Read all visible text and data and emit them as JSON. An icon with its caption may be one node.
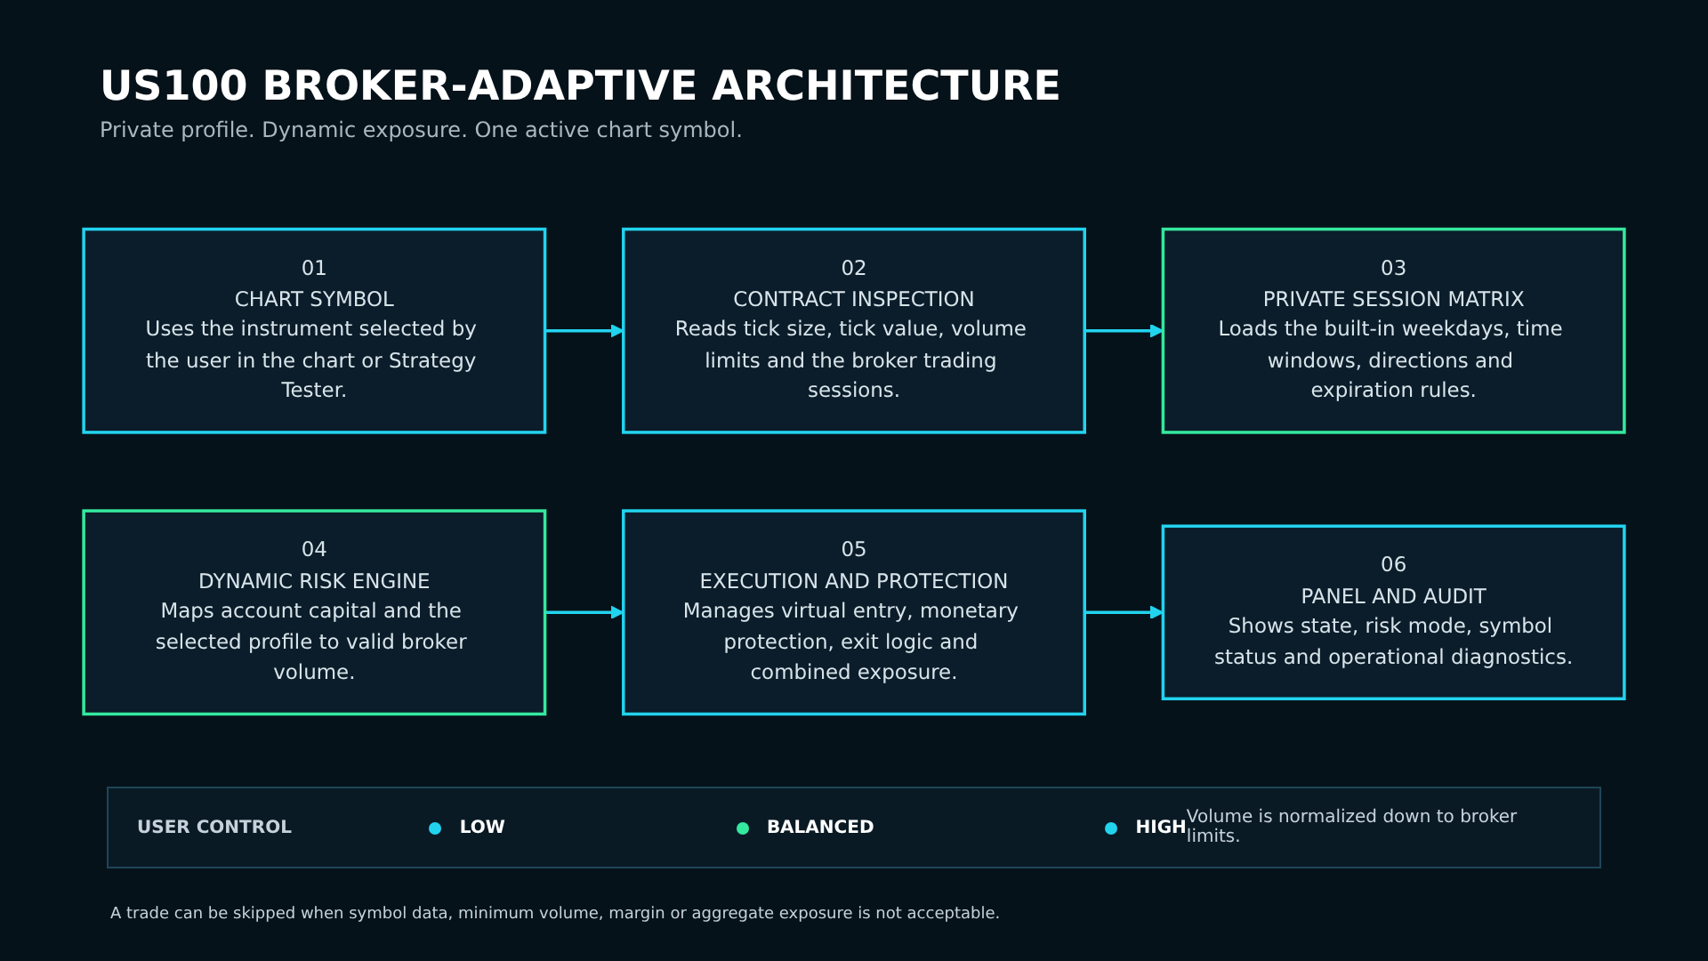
{
  "diagram": {
    "title": "US100 BROKER-ADAPTIVE ARCHITECTURE",
    "caption": "Private profile. Dynamic exposure. One active chart symbol.",
    "nodes": [
      {
        "text": [
          "01",
          "CHART SYMBOL",
          "Uses the instrument selected by the user in the chart or Strategy Tester."
        ]
      },
      {
        "text": [
          "02",
          "CONTRACT INSPECTION",
          "Reads tick size, tick value, volume limits and the broker trading sessions."
        ]
      },
      {
        "text": [
          "03",
          "PRIVATE SESSION MATRIX",
          "Loads the built-in weekdays, time windows, directions and expiration rules."
        ]
      },
      {
        "text": [
          "04",
          "DYNAMIC RISK ENGINE",
          "Maps account capital and the selected profile to valid broker volume."
        ]
      },
      {
        "text": [
          "05",
          "EXECUTION AND PROTECTION",
          "Manages virtual entry, monetary protection, exit logic and combined exposure."
        ]
      },
      {
        "text": [
          "06",
          "PANEL AND AUDIT",
          "Shows state, risk mode, symbol status and operational diagnostics."
        ]
      }
    ],
    "edges": [
      {
        "from": 0,
        "to": 1,
        "arrow": "to"
      },
      {
        "from": 1,
        "to": 2,
        "arrow": "to"
      },
      {
        "from": 3,
        "to": 4,
        "arrow": "to"
      },
      {
        "from": 4,
        "to": 5,
        "arrow": "to"
      }
    ],
    "labels": [
      "USER CONTROL",
      "Volume is normalized down to broker limits.",
      "A trade can be skipped when symbol data, minimum volume, margin or aggregate exposure is not acceptable."
    ],
    "legend": [
      {
        "text": "LOW",
        "color": "#22d3ee"
      },
      {
        "text": "BALANCED",
        "color": "#34e89e"
      },
      {
        "text": "HIGH",
        "color": "#22d3ee"
      }
    ]
  }
}
